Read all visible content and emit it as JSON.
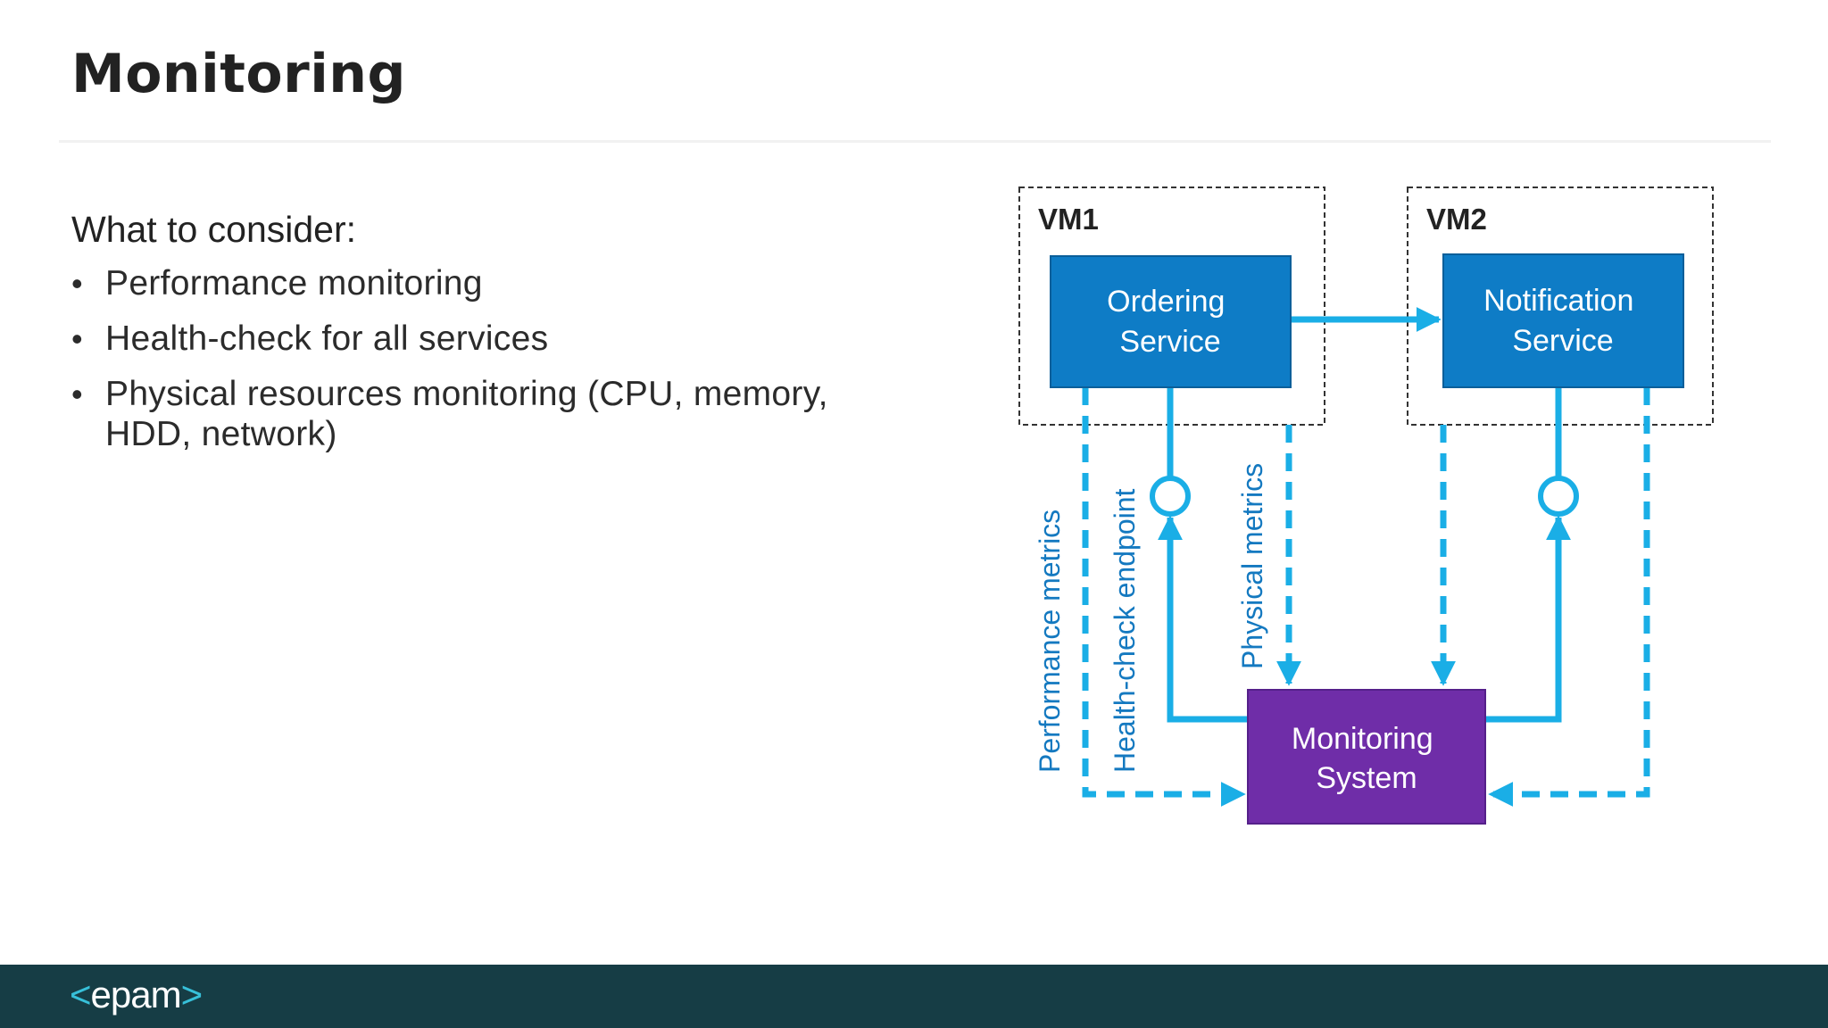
{
  "slide": {
    "title": "Monitoring"
  },
  "content": {
    "subheading": "What to consider:",
    "bullets": [
      "Performance  monitoring",
      "Health-check  for all services",
      "Physical resources  monitoring (CPU, memory,",
      "HDD, network)"
    ]
  },
  "diagram": {
    "vm1_label": "VM1",
    "vm2_label": "VM2",
    "ordering_service": [
      "Ordering",
      "Service"
    ],
    "notification_service": [
      "Notification",
      "Service"
    ],
    "monitoring_system": [
      "Monitoring",
      "System"
    ],
    "labels": {
      "performance_metrics": "Performance metrics",
      "health_check_endpoint": "Health-check endpoint",
      "physical_metrics": "Physical metrics"
    },
    "colors": {
      "service_box": "#0e7cc6",
      "monitoring_box": "#6f2da8",
      "arrow": "#1aaee6",
      "label_text": "#1479c0"
    }
  },
  "footer": {
    "logo_open": "<",
    "logo_text": "epam",
    "logo_close": ">"
  }
}
